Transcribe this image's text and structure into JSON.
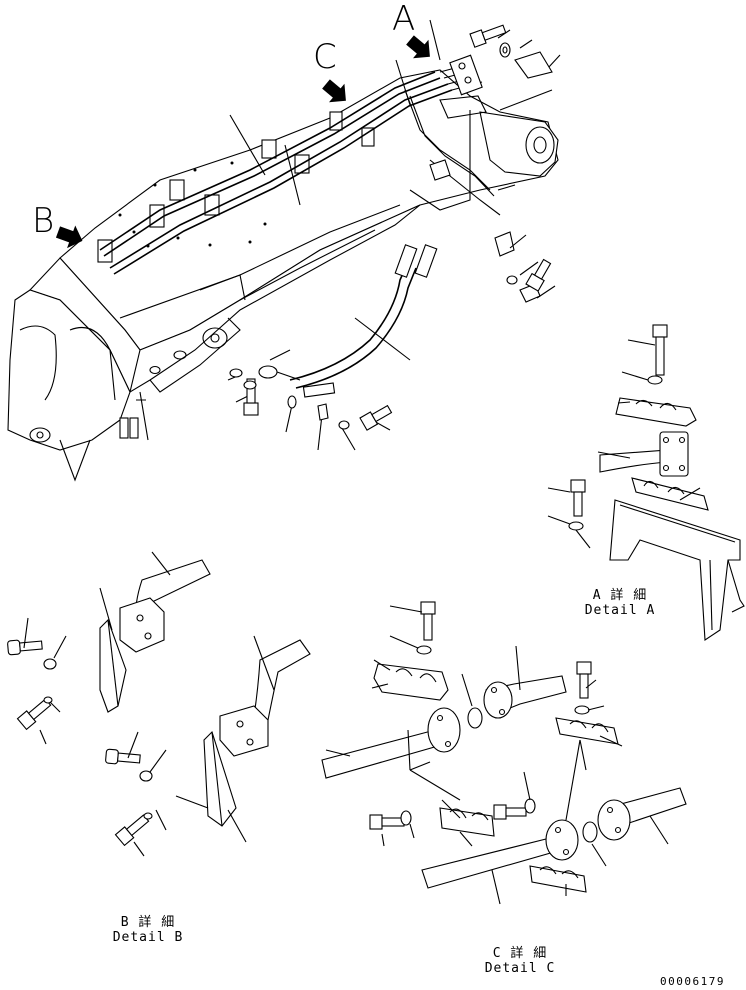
{
  "view_letters": {
    "a": "A",
    "b": "B",
    "c": "C"
  },
  "details": {
    "a": {
      "jp": "A 詳 細",
      "en": "Detail A"
    },
    "b": {
      "jp": "B 詳 細",
      "en": "Detail B"
    },
    "c": {
      "jp": "C 詳 細",
      "en": "Detail C"
    }
  },
  "document_number": "00006179"
}
